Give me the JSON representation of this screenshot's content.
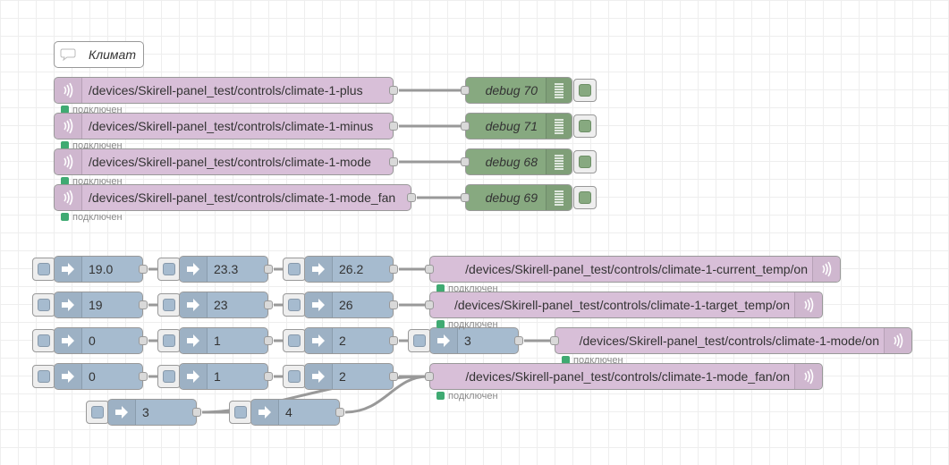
{
  "colors": {
    "mqtt": "#d8bfd8",
    "debug": "#87a980",
    "inject": "#a6bbcf",
    "wire": "#999999",
    "status_connected": "#3faa72"
  },
  "comment": {
    "label": "Климат",
    "icon": "speech-bubble-icon"
  },
  "mqtt_in": [
    {
      "topic": "/devices/Skirell-panel_test/controls/climate-1-plus",
      "status": "подключен"
    },
    {
      "topic": "/devices/Skirell-panel_test/controls/climate-1-minus",
      "status": "подключен"
    },
    {
      "topic": "/devices/Skirell-panel_test/controls/climate-1-mode",
      "status": "подключен"
    },
    {
      "topic": "/devices/Skirell-panel_test/controls/climate-1-mode_fan",
      "status": "подключен"
    }
  ],
  "debug": [
    {
      "label": "debug 70"
    },
    {
      "label": "debug 71"
    },
    {
      "label": "debug 68"
    },
    {
      "label": "debug 69"
    }
  ],
  "inject_rows": [
    [
      "19.0",
      "23.3",
      "26.2"
    ],
    [
      "19",
      "23",
      "26"
    ],
    [
      "0",
      "1",
      "2",
      "3"
    ],
    [
      "0",
      "1",
      "2"
    ],
    [
      "3",
      "4"
    ]
  ],
  "mqtt_out": [
    {
      "topic": "/devices/Skirell-panel_test/controls/climate-1-current_temp/on",
      "status": "подключен"
    },
    {
      "topic": "/devices/Skirell-panel_test/controls/climate-1-target_temp/on",
      "status": "подключен"
    },
    {
      "topic": "/devices/Skirell-panel_test/controls/climate-1-mode/on",
      "status": "подключен"
    },
    {
      "topic": "/devices/Skirell-panel_test/controls/climate-1-mode_fan/on",
      "status": "подключен"
    }
  ]
}
